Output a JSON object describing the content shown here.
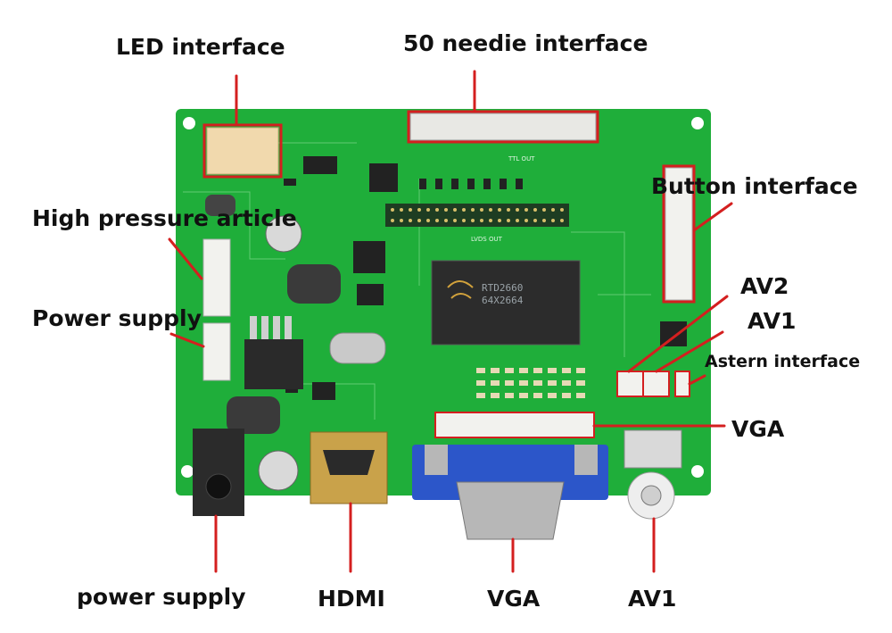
{
  "labels": {
    "led_interface": "LED interface",
    "needle_interface": "50 needie interface",
    "button_interface": "Button interface",
    "high_pressure": "High pressure article",
    "power_supply_side": "Power supply",
    "av2": "AV2",
    "av1_side": "AV1",
    "astern_interface": "Astern interface",
    "vga_side": "VGA",
    "power_supply_bottom": "power supply",
    "hdmi": "HDMI",
    "vga_bottom": "VGA",
    "av1_bottom": "AV1"
  },
  "board": {
    "silkscreen_ttl": "TTL OUT",
    "silkscreen_lvds": "LVDS OUT",
    "chip_line1": "RTD2660",
    "chip_line2": "64X2664"
  },
  "colors": {
    "pcb": "#1fae3a",
    "pcb_dark": "#178a2c",
    "highlight": "#d41f1f",
    "vga_blue": "#2c56c9",
    "label_text": "#111111"
  }
}
